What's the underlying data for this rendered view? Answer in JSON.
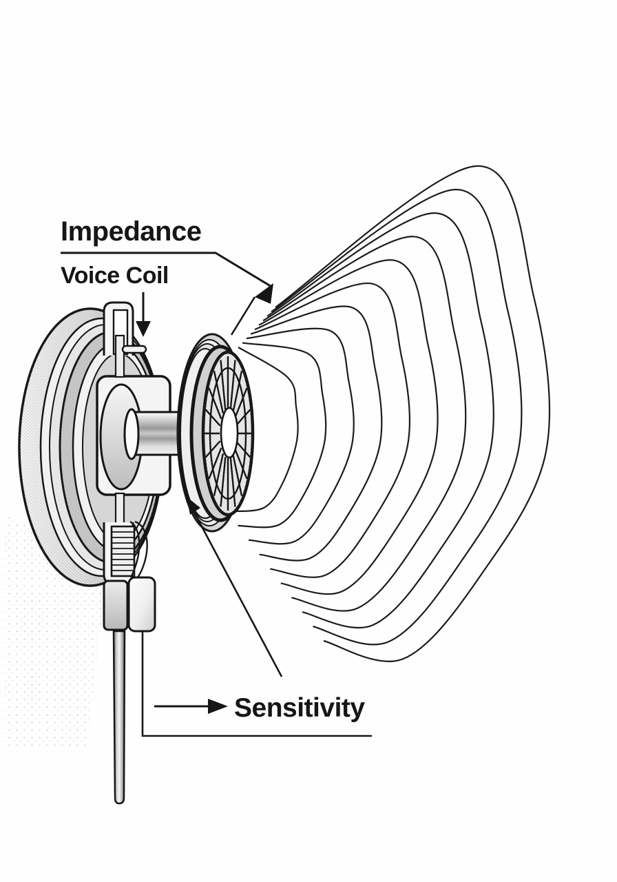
{
  "diagram": {
    "subject": "headphone-speaker-driver-cutaway",
    "wave_count": 10,
    "colors": {
      "line": "#1b1b1b",
      "background": "#ffffff",
      "fill_light": "#f2f2f2",
      "fill_mid": "#d8d8d8",
      "fill_dark": "#c9c9c9"
    }
  },
  "labels": {
    "impedance": "Impedance",
    "voice_coil": "Voice Coil",
    "sensitivity": "Sensitivity"
  },
  "annotations": [
    {
      "label": "Impedance",
      "pointer": "angled-line-arrow",
      "points_to": "sound-waves"
    },
    {
      "label": "Voice Coil",
      "pointer": "down-arrow",
      "points_to": "voice-coil-assembly"
    },
    {
      "label": "Sensitivity",
      "pointer": "right-arrow",
      "points_to": "driver-output"
    }
  ]
}
